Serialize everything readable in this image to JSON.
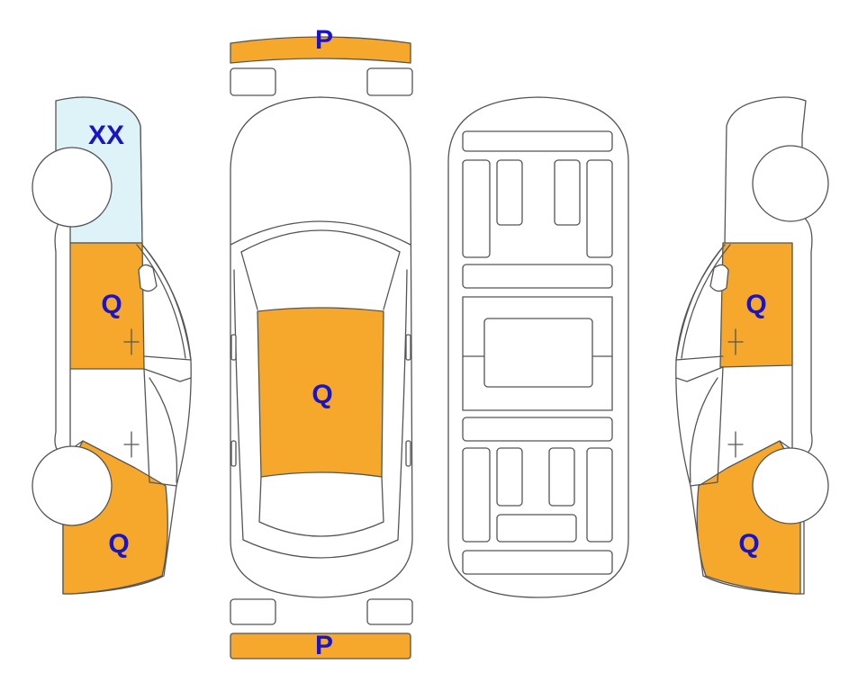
{
  "colors": {
    "damage": "#F6A82C",
    "window_mark": "#DDF3F8",
    "label": "#1A14C8",
    "outline": "#555555"
  },
  "labels": {
    "front_bumper": "P",
    "rear_bumper": "P",
    "left_rear_window": "XX",
    "left_rear_door": "Q",
    "left_front_fender": "Q",
    "roof": "Q",
    "right_rear_door": "Q",
    "right_front_fender": "Q"
  }
}
